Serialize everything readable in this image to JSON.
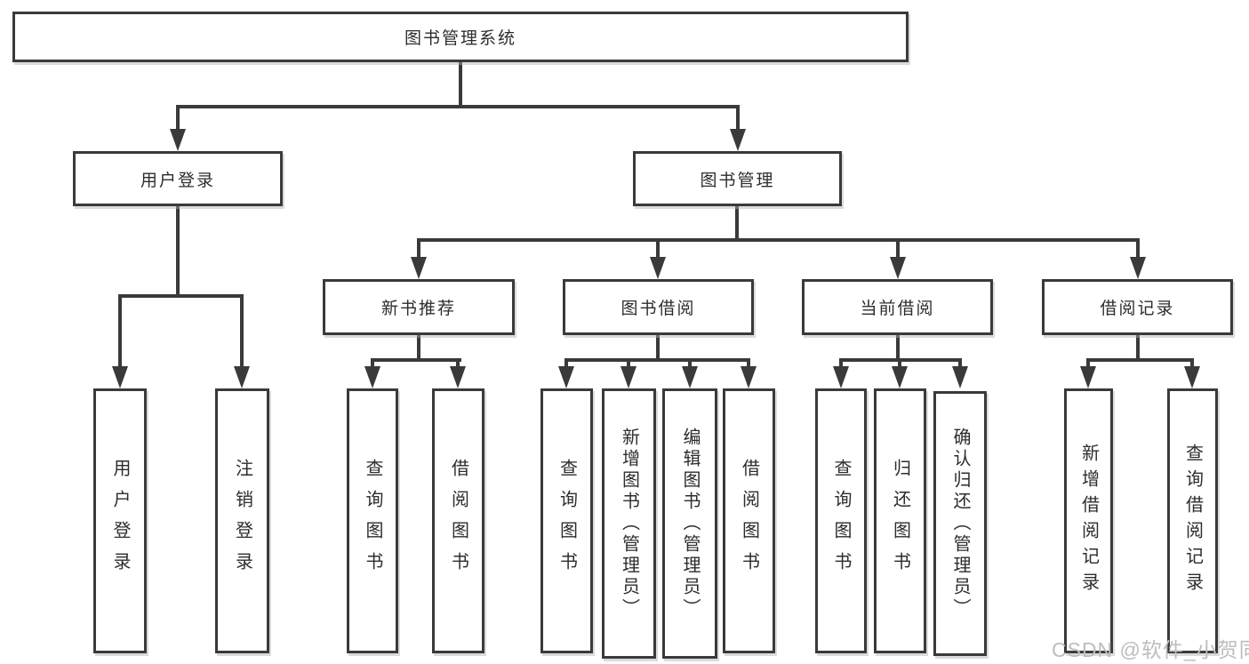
{
  "diagram": {
    "root": {
      "label": "图书管理系统"
    },
    "level2": [
      {
        "label": "用户登录"
      },
      {
        "label": "图书管理"
      }
    ],
    "level3": [
      {
        "label": "新书推荐"
      },
      {
        "label": "图书借阅"
      },
      {
        "label": "当前借阅"
      },
      {
        "label": "借阅记录"
      }
    ],
    "leaves": {
      "user_login": [
        {
          "label": "用户登录"
        },
        {
          "label": "注销登录"
        }
      ],
      "new_books": [
        {
          "label": "查询图书"
        },
        {
          "label": "借阅图书"
        }
      ],
      "book_borrow": [
        {
          "label": "查询图书"
        },
        {
          "label": "新增图书（管理员）"
        },
        {
          "label": "编辑图书（管理员）"
        },
        {
          "label": "借阅图书"
        }
      ],
      "current_borrow": [
        {
          "label": "查询图书"
        },
        {
          "label": "归还图书"
        },
        {
          "label": "确认归还（管理员）"
        }
      ],
      "borrow_records": [
        {
          "label": "新增借阅记录"
        },
        {
          "label": "查询借阅记录"
        }
      ]
    }
  },
  "watermark": {
    "text": "CSDN @软件_小贺同学",
    "color": "#bdbdbd"
  },
  "colors": {
    "line": "#3a3a3a",
    "box_border": "#3a3a3a",
    "text": "#2d2d2d",
    "background": "#ffffff"
  }
}
